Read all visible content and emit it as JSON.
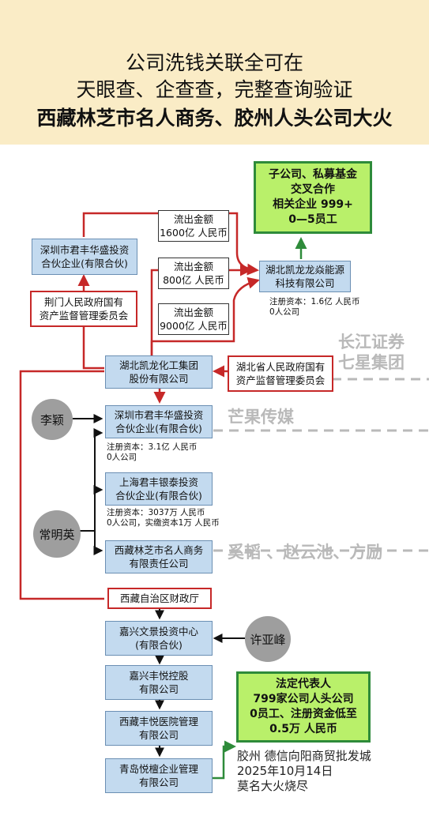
{
  "header": {
    "line1": "公司洗钱关联全可在",
    "line2": "天眼查、企查查，完整查询验证",
    "line3": "西藏林芝市名人商务、胶州人头公司大火"
  },
  "nodes": {
    "subsidiary_green": "子公司、私募基金\n交叉合作\n相关企业 999+\n0—5员工",
    "flow1": "流出金额\n1600亿 人民币",
    "flow2": "流出金额\n800亿 人民币",
    "flow3": "流出金额\n9000亿 人民币",
    "shenzhen_top": "深圳市君丰华盛投资\n合伙企业(有限合伙)",
    "hubei_energy": "湖北凯龙龙焱能源\n科技有限公司",
    "hubei_energy_note": "注册资本：1.6亿 人民币\n0人公司",
    "jingmen_sasac": "荆门人民政府国有\n资产监督管理委员会",
    "hubei_group": "湖北凯龙化工集团\n股份有限公司",
    "hubei_sasac": "湖北省人民政府国有\n资产监督管理委员会",
    "shenzhen_mid": "深圳市君丰华盛投资\n合伙企业(有限合伙)",
    "shenzhen_mid_note": "注册资本：3.1亿 人民币\n0人公司",
    "shanghai": "上海君丰银泰投资\n合伙企业(有限合伙)",
    "shanghai_note": "注册资本：3037万 人民币\n0人公司，实缴资本1万 人民币",
    "xizang_linzhi": "西藏林芝市名人商务\n有限责任公司",
    "xizang_finance": "西藏自治区财政厅",
    "jiaxing_wenjing": "嘉兴文景投资中心\n(有限合伙)",
    "jiaxing_fengyue": "嘉兴丰悦控股\n有限公司",
    "xizang_hospital": "西藏丰悦医院管理\n有限公司",
    "qingdao": "青岛悦檀企业管理\n有限公司",
    "legal_green": "法定代表人\n799家公司人头公司\n0员工、注册资金低至\n0.5万 人民币",
    "fire_note": "胶州 德信向阳商贸批发城\n2025年10月14日\n莫名大火烧尽"
  },
  "people": {
    "li_ying": "李颖",
    "chang_mingying": "常明英",
    "xu_yafeng": "许亚峰"
  },
  "gray_labels": {
    "changjiang": "长江证券\n七星集团",
    "mangguo": "芒果传媒",
    "xitao": "奚韬 、赵云池、方励"
  },
  "colors": {
    "header_bg": "#faecc6",
    "box_blue": "#c3daef",
    "accent_red": "#c62828",
    "accent_green": "#2e8b3a",
    "green_fill": "#b9f06a",
    "label_gray": "#b9b9b9"
  }
}
